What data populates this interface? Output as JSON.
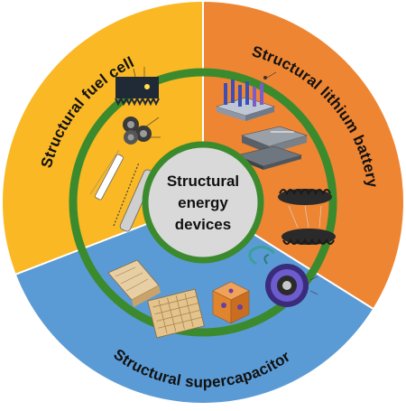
{
  "center": {
    "lines": [
      "Structural",
      "energy",
      "devices"
    ]
  },
  "segments": {
    "fuel_cell": {
      "label": "Structural fuel cell"
    },
    "lithium_battery": {
      "label": "Structural lithium battery"
    },
    "supercapacitor": {
      "label": "Structural supercapacitor"
    }
  },
  "colors": {
    "fuel_cell": "#f9b824",
    "lithium_battery": "#ee8532",
    "supercapacitor": "#5b9bd5",
    "ring": "#3c8a2e",
    "center_fill": "#d9d9d9",
    "divider": "#ffffff"
  }
}
